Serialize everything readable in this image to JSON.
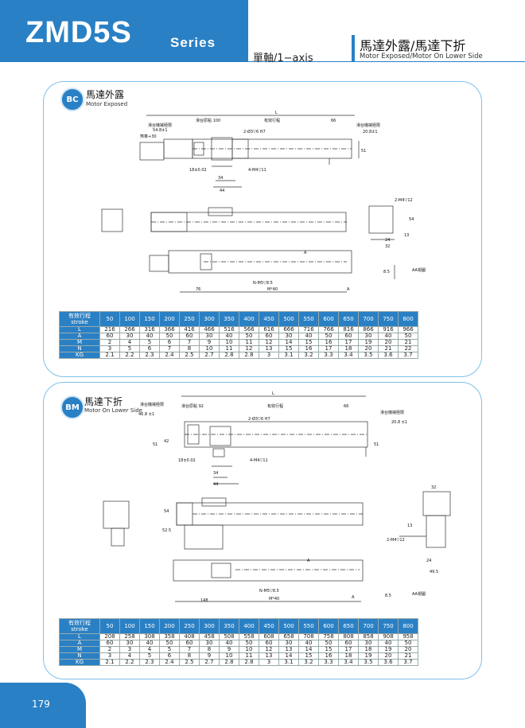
{
  "header": {
    "model": "ZMD5S",
    "series": "Series",
    "axis": "單軸/1−axis",
    "title_cn": "馬達外露/馬達下折",
    "title_en": "Motor Exposed/Motor On Lower Side"
  },
  "bc": {
    "badge": "BC",
    "title_cn": "馬達外露",
    "title_en": "Motor Exposed",
    "labels": {
      "L": "L",
      "mech_left": "滑台機械極限",
      "d548": "54.8±1",
      "brake": "煞車+30",
      "origin": "滑台原點 100",
      "stroke": "有效行程",
      "d66": "66",
      "mech_right": "滑台機械極限",
      "d208": "20.8±1",
      "hole": "2-Ø3▽6 H7",
      "d51": "51",
      "d18": "18±0.02",
      "m4": "4-M4▽11",
      "d34": "34",
      "d44": "44",
      "m4b": "2-M4▽12",
      "d54": "54",
      "d24": "24",
      "d13": "13",
      "d32": "32",
      "d85": "8.5",
      "aa": "AA視圖",
      "a1": "A",
      "a2": "A",
      "m5": "N-M5▽8.5",
      "d76": "76",
      "m40": "M*40"
    }
  },
  "bm": {
    "badge": "BM",
    "title_cn": "馬達下折",
    "title_en": "Motor On Lower Side",
    "labels": {
      "L": "L",
      "mech_left": "滑台機械極限",
      "origin": "滑台原點 92",
      "stroke": "有效行程",
      "d66": "66",
      "mech_right": "滑台機械極限",
      "d468": "46.8 ±1",
      "d208": "20.8 ±1",
      "hole": "2-Ø3▽6 H7",
      "d51a": "51",
      "d42": "42",
      "d51b": "51",
      "d18": "18±0.02",
      "m4": "4-M4▽11",
      "d34": "34",
      "d44": "44",
      "d32": "32",
      "d54": "54",
      "d525": "52.5",
      "d13": "13",
      "m4b": "2-M4▽12",
      "d24": "24",
      "d495": "49.5",
      "a1": "A",
      "a2": "A",
      "m5": "N-M5▽8.5",
      "d148": "148",
      "m40": "M*40",
      "d85": "8.5",
      "aa": "AA視圖"
    }
  },
  "table1": {
    "head_cn": "有效行程",
    "head_en": "stroke",
    "strokes": [
      "50",
      "100",
      "150",
      "200",
      "250",
      "300",
      "350",
      "400",
      "450",
      "500",
      "550",
      "600",
      "650",
      "700",
      "750",
      "800"
    ],
    "rows": [
      {
        "label": "L",
        "values": [
          "216",
          "266",
          "316",
          "366",
          "416",
          "466",
          "516",
          "566",
          "616",
          "666",
          "716",
          "766",
          "816",
          "866",
          "916",
          "966"
        ]
      },
      {
        "label": "A",
        "values": [
          "60",
          "30",
          "40",
          "50",
          "60",
          "30",
          "40",
          "50",
          "60",
          "30",
          "40",
          "50",
          "60",
          "30",
          "40",
          "50"
        ]
      },
      {
        "label": "M",
        "values": [
          "2",
          "4",
          "5",
          "6",
          "7",
          "9",
          "10",
          "11",
          "12",
          "14",
          "15",
          "16",
          "17",
          "19",
          "20",
          "21"
        ]
      },
      {
        "label": "N",
        "values": [
          "3",
          "5",
          "6",
          "7",
          "8",
          "10",
          "11",
          "12",
          "13",
          "15",
          "16",
          "17",
          "18",
          "20",
          "21",
          "22"
        ]
      },
      {
        "label": "KG",
        "values": [
          "2.1",
          "2.2",
          "2.3",
          "2.4",
          "2.5",
          "2.7",
          "2.8",
          "2.8",
          "3",
          "3.1",
          "3.2",
          "3.3",
          "3.4",
          "3.5",
          "3.6",
          "3.7"
        ]
      }
    ]
  },
  "table2": {
    "head_cn": "有效行程",
    "head_en": "stroke",
    "strokes": [
      "50",
      "100",
      "150",
      "200",
      "250",
      "300",
      "350",
      "400",
      "450",
      "500",
      "550",
      "600",
      "650",
      "700",
      "750",
      "800"
    ],
    "rows": [
      {
        "label": "L",
        "values": [
          "208",
          "258",
          "308",
          "358",
          "408",
          "458",
          "508",
          "558",
          "608",
          "658",
          "708",
          "758",
          "808",
          "858",
          "908",
          "958"
        ]
      },
      {
        "label": "A",
        "values": [
          "60",
          "30",
          "40",
          "50",
          "60",
          "30",
          "40",
          "50",
          "60",
          "30",
          "40",
          "50",
          "60",
          "30",
          "40",
          "50"
        ]
      },
      {
        "label": "M",
        "values": [
          "2",
          "3",
          "4",
          "5",
          "7",
          "8",
          "9",
          "10",
          "12",
          "13",
          "14",
          "15",
          "17",
          "18",
          "19",
          "20"
        ]
      },
      {
        "label": "N",
        "values": [
          "3",
          "4",
          "5",
          "6",
          "8",
          "9",
          "10",
          "11",
          "13",
          "14",
          "15",
          "16",
          "18",
          "19",
          "20",
          "21"
        ]
      },
      {
        "label": "KG",
        "values": [
          "2.1",
          "2.2",
          "2.3",
          "2.4",
          "2.5",
          "2.7",
          "2.8",
          "2.8",
          "3",
          "3.1",
          "3.2",
          "3.3",
          "3.4",
          "3.5",
          "3.6",
          "3.7"
        ]
      }
    ]
  },
  "footer": {
    "page": "179"
  }
}
